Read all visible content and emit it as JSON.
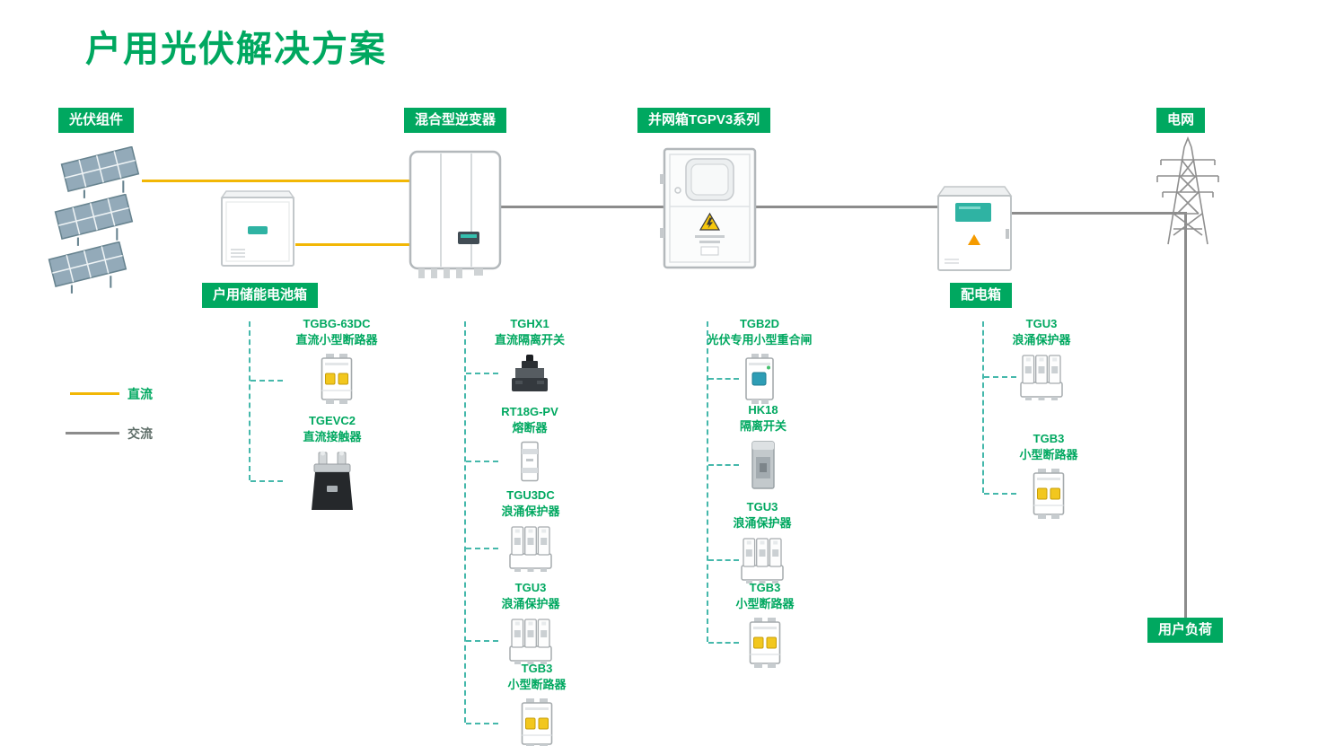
{
  "title": "户用光伏解决方案",
  "nodes": {
    "pv_modules": "光伏组件",
    "hybrid_inverter": "混合型逆变器",
    "grid_connection_box": "并网箱TGPV3系列",
    "power_grid": "电网",
    "battery_box": "户用储能电池箱",
    "distribution_box": "配电箱",
    "user_load": "用户负荷"
  },
  "legend": {
    "dc_label": "直流",
    "ac_label": "交流"
  },
  "component_stacks": {
    "battery": [
      {
        "model": "TGBG-63DC",
        "name": "直流小型断路器"
      },
      {
        "model": "TGEVC2",
        "name": "直流接触器"
      }
    ],
    "inverter": [
      {
        "model": "TGHX1",
        "name": "直流隔离开关"
      },
      {
        "model": "RT18G-PV",
        "name": "熔断器"
      },
      {
        "model": "TGU3DC",
        "name": "浪涌保护器"
      },
      {
        "model": "TGU3",
        "name": "浪涌保护器"
      },
      {
        "model": "TGB3",
        "name": "小型断路器"
      }
    ],
    "grid_box": [
      {
        "model": "TGB2D",
        "name": "光伏专用小型重合闸"
      },
      {
        "model": "HK18",
        "name": "隔离开关"
      },
      {
        "model": "TGU3",
        "name": "浪涌保护器"
      },
      {
        "model": "TGB3",
        "name": "小型断路器"
      }
    ],
    "distribution_box": [
      {
        "model": "TGU3",
        "name": "浪涌保护器"
      },
      {
        "model": "TGB3",
        "name": "小型断路器"
      }
    ]
  },
  "colors": {
    "accent_green": "#00a860",
    "dc_yellow": "#f2b705",
    "ac_gray": "#8c8c8c",
    "dashed_teal": "#45b8ab",
    "screen_teal": "#2fb3a3"
  }
}
